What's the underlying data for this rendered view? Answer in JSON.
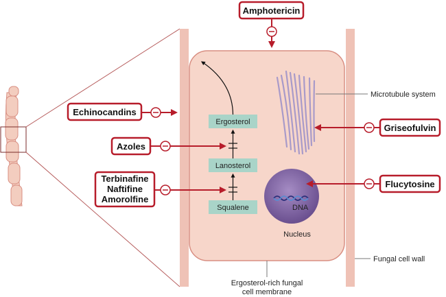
{
  "drugs": {
    "amphotericin": "Amphotericin",
    "echinocandins": "Echinocandins",
    "azoles": "Azoles",
    "allylamines": [
      "Terbinafine",
      "Naftifine",
      "Amorolfine"
    ],
    "griseofulvin": "Griseofulvin",
    "flucytosine": "Flucytosine"
  },
  "pathway": {
    "ergosterol": "Ergosterol",
    "lanosterol": "Lanosterol",
    "squalene": "Squalene"
  },
  "labels": {
    "microtubule": "Microtubule system",
    "dna": "DNA",
    "nucleus": "Nucleus",
    "cell_wall": "Fungal cell wall",
    "membrane_line1": "Ergosterol-rich fungal",
    "membrane_line2": "cell membrane"
  },
  "colors": {
    "accent": "#b71c2a",
    "wall": "#efc2b6",
    "cell": "#f7d6ca",
    "cell_border": "#d88e82",
    "pathway_box": "#a9d4c8",
    "nucleus": "#7c62a0",
    "hypha": "#f3cdbf"
  },
  "icons": {
    "inhibit": "minus-circle-icon"
  }
}
